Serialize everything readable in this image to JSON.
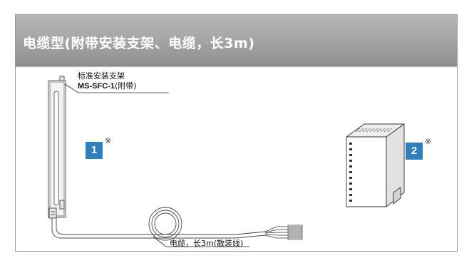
{
  "title": "电缆型(附带安装支架、电缆，长3m)",
  "callouts": {
    "bracket_line1": "标准安装支架",
    "bracket_model": "MS-SFC-1",
    "bracket_suffix": "(附带)",
    "cable": "电缆，长3m(散装线)"
  },
  "items": [
    {
      "number": "1",
      "mark": "※"
    },
    {
      "number": "2",
      "mark": "※"
    }
  ],
  "colors": {
    "title_bar": "#a3a3a3",
    "badge": "#2f7fbf",
    "frame_border": "#9a9a9a"
  }
}
